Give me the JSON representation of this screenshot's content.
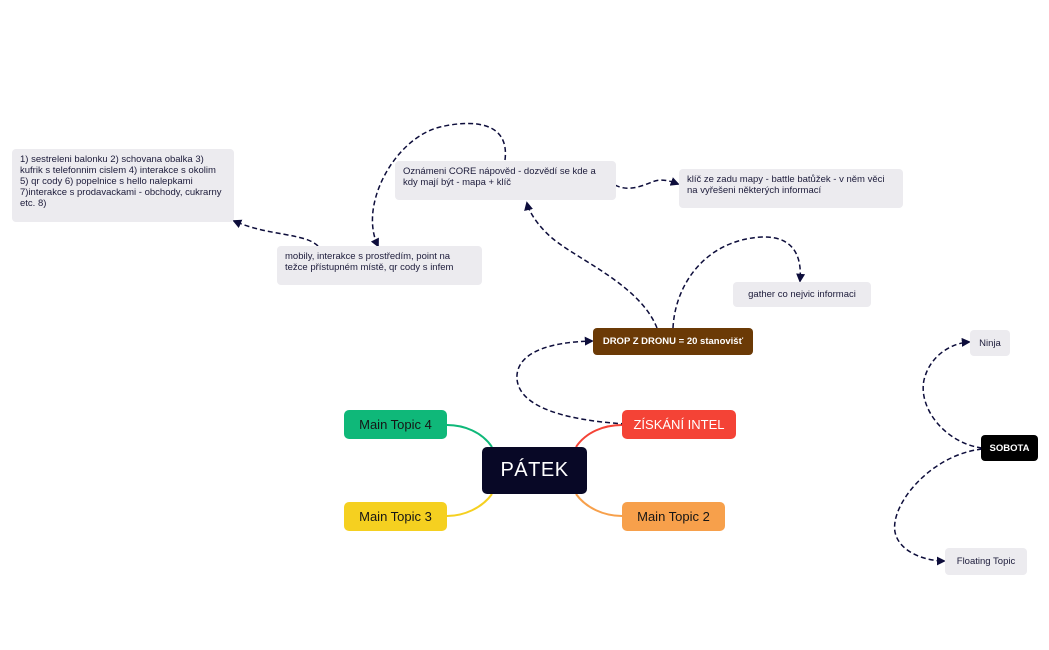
{
  "central_topic": "PÁTEK",
  "main_topics": [
    {
      "label": "ZÍSKÁNÍ INTEL",
      "color": "#f44336"
    },
    {
      "label": "Main Topic 2",
      "color": "#f7a04b"
    },
    {
      "label": "Main Topic 3",
      "color": "#f5d020"
    },
    {
      "label": "Main Topic 4",
      "color": "#0fb879"
    }
  ],
  "subtopic": {
    "label": "DROP Z DRONU = 20 stanovišť",
    "color": "#6b3a06"
  },
  "notes": {
    "oznameni": "Oznámeni CORE nápověd - dozvědí se kde a kdy mají být - mapa + klíč",
    "klic": "klíč ze zadu mapy - battle batůžek - v něm věci na vyřešeni některých informací",
    "gather": "gather co nejvic informaci",
    "mobily": "mobily, interakce s prostředím, point na težce přístupném místě, qr cody s infem",
    "seznam": "1) sestreleni balonku 2) schovana obalka 3) kufrik s telefonnim cislem 4) interakce s okolim 5) qr cody 6) popelnice s hello nalepkami 7)interakce s prodavackami - obchody, cukrarny etc. 8)"
  },
  "floating": {
    "sobota": "SOBOTA",
    "ninja": "Ninja",
    "floating_topic": "Floating Topic"
  },
  "colors": {
    "connector_dashed": "#0d0d3b",
    "central_bg": "#080826",
    "note_bg": "#ecebef"
  }
}
